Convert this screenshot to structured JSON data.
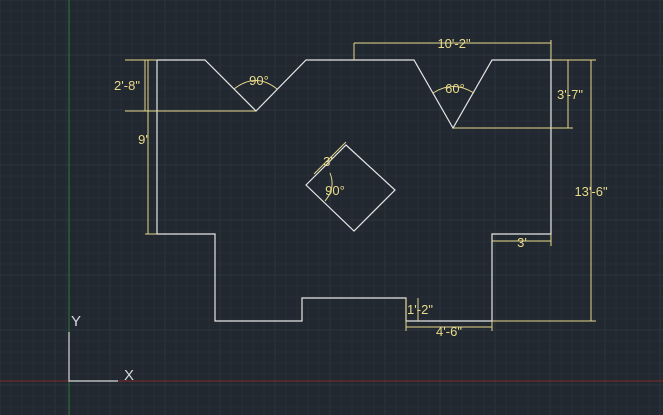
{
  "drawing": {
    "colors": {
      "background": "#212830",
      "grid_minor": "#262e37",
      "grid_major": "#2c3540",
      "geometry": "#e6e6e6",
      "dimension": "#e8d98a",
      "axis_y": "#2b7a34",
      "axis_x": "#7a2b2b",
      "ucs_icon": "#d8d8d8"
    },
    "dimensions": {
      "d1": "10'-2\"",
      "d2": "2'-8\"",
      "d3": "90°",
      "d4": "60°",
      "d5": "3'-7\"",
      "d6": "9'",
      "d7": "13'-6\"",
      "d8": "3'",
      "d9": "90°",
      "d10": "3'",
      "d11": "1'-2\"",
      "d12": "4'-6\""
    },
    "ucs": {
      "y_label": "Y",
      "x_label": "X"
    }
  }
}
